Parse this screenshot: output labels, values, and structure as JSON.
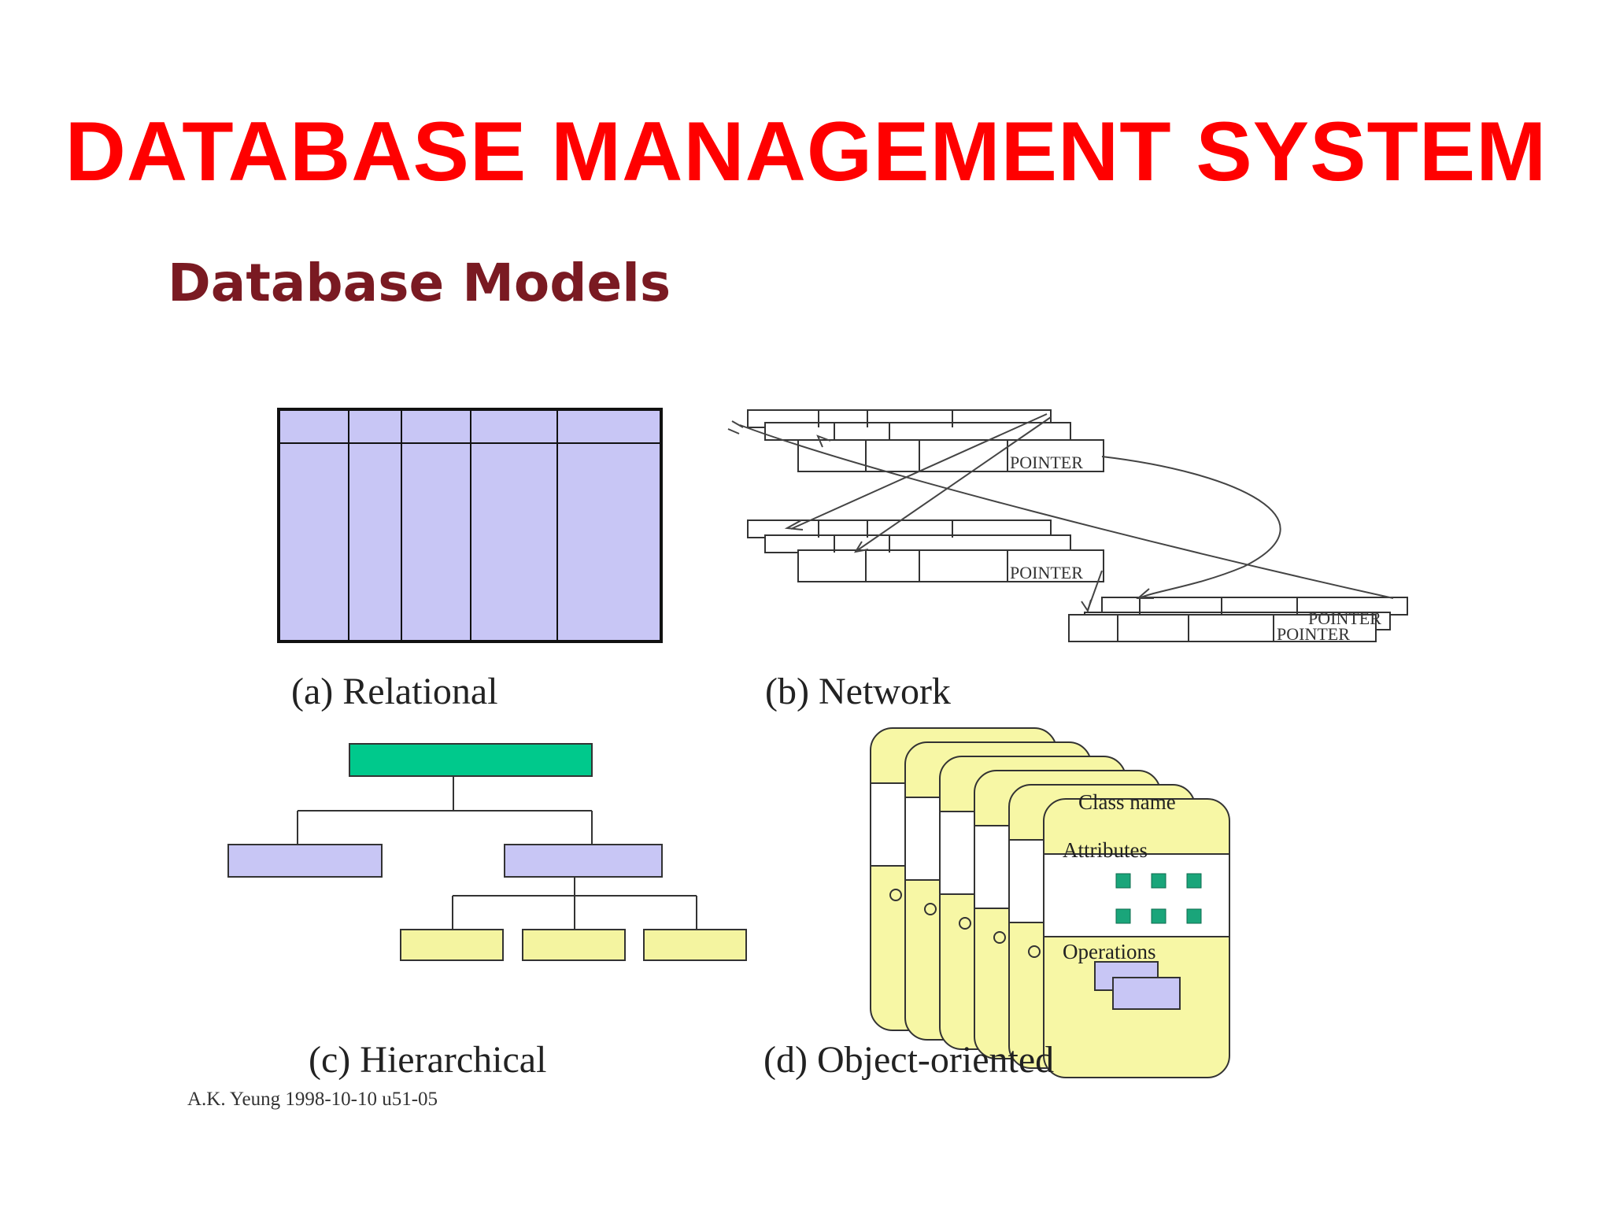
{
  "slide": {
    "title": "DATABASE MANAGEMENT SYSTEM",
    "title_color": "#ff0000"
  },
  "figure": {
    "heading": "Database Models",
    "heading_color": "#7a1a22",
    "panels": {
      "relational": {
        "caption": "(a) Relational"
      },
      "network": {
        "caption": "(b) Network",
        "pointer_label": "POINTER"
      },
      "hierarchical": {
        "caption": "(c) Hierarchical"
      },
      "object_oriented": {
        "caption": "(d) Object-oriented",
        "class_name": "Class name",
        "attributes": "Attributes",
        "operations": "Operations"
      }
    },
    "credit": "A.K. Yeung 1998-10-10 u51-05",
    "colors": {
      "relational_fill": "#c8c6f5",
      "hier_root": "#00c98c",
      "hier_mid": "#c8c6f5",
      "hier_leaf": "#f4f4a0",
      "oo_fill": "#f7f7a5",
      "oo_square": "#1aa57a"
    }
  }
}
